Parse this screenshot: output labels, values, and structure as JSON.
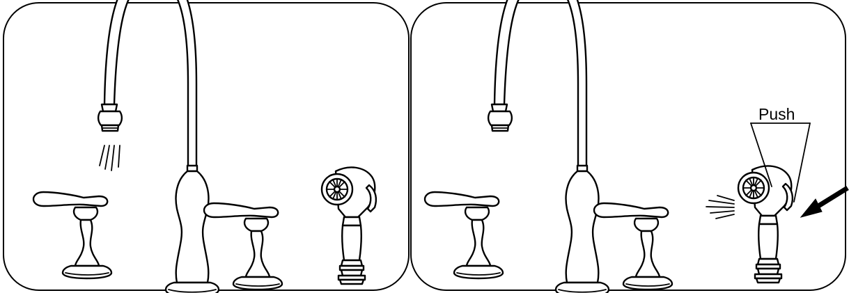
{
  "panels": [
    {
      "id": "left",
      "state": "spout-on"
    },
    {
      "id": "right",
      "state": "sprayer-on"
    }
  ],
  "callout": {
    "label": "Push"
  },
  "colors": {
    "line": "#000000",
    "background": "#ffffff"
  }
}
